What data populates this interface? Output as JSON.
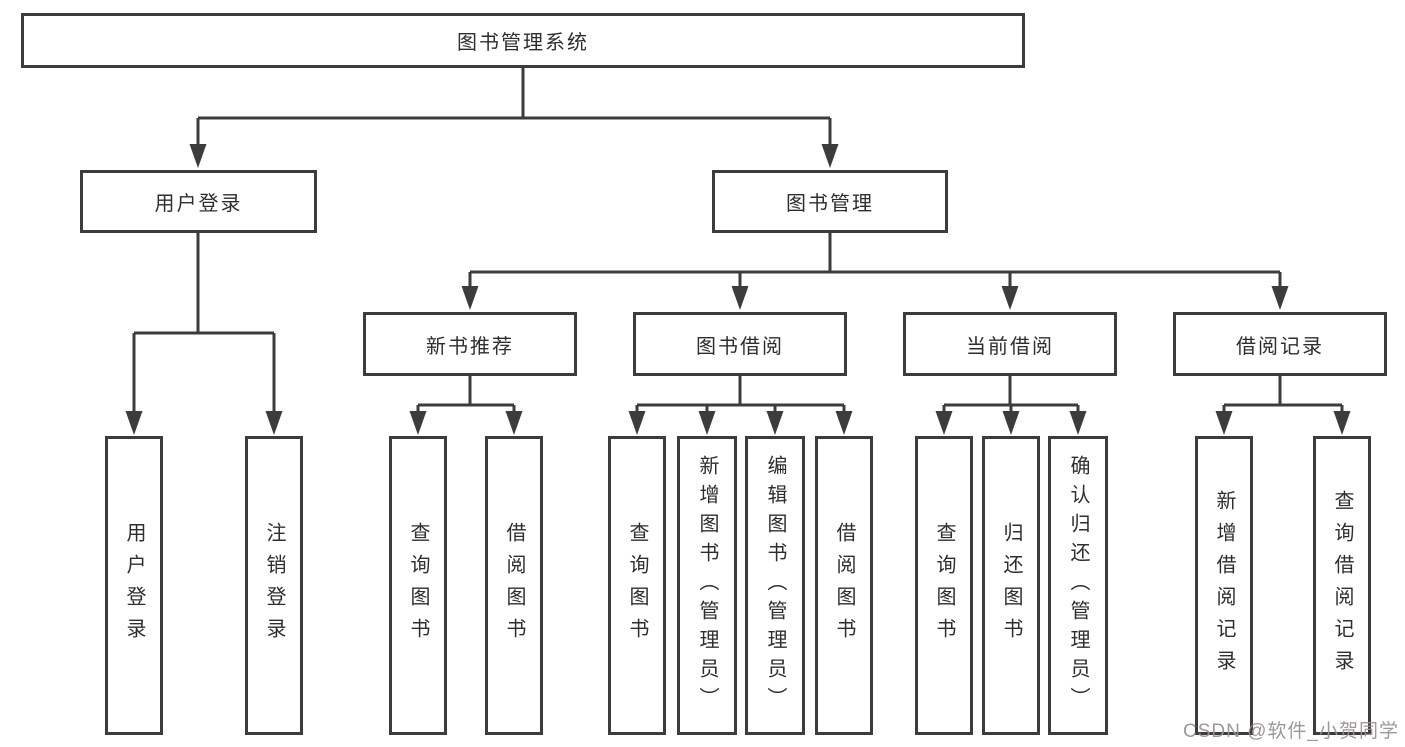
{
  "diagram": {
    "title": "图书管理系统",
    "level1": [
      {
        "label": "用户登录"
      },
      {
        "label": "图书管理"
      }
    ],
    "level2": [
      {
        "label": "新书推荐"
      },
      {
        "label": "图书借阅"
      },
      {
        "label": "当前借阅"
      },
      {
        "label": "借阅记录"
      }
    ],
    "leaves": [
      {
        "label": "用户登录"
      },
      {
        "label": "注销登录"
      },
      {
        "label": "查询图书"
      },
      {
        "label": "借阅图书"
      },
      {
        "label": "查询图书"
      },
      {
        "label": "新增图书（管理员）"
      },
      {
        "label": "编辑图书（管理员）"
      },
      {
        "label": "借阅图书"
      },
      {
        "label": "查询图书"
      },
      {
        "label": "归还图书"
      },
      {
        "label": "确认归还（管理员）"
      },
      {
        "label": "新增借阅记录"
      },
      {
        "label": "查询借阅记录"
      }
    ]
  },
  "watermark": {
    "text": "CSDN @软件_小贺同学"
  },
  "colors": {
    "line": "#3c3c3c",
    "box_border": "#3c3c3c",
    "text": "#2e2e2e",
    "background": "#ffffff",
    "watermark": "#979495"
  }
}
